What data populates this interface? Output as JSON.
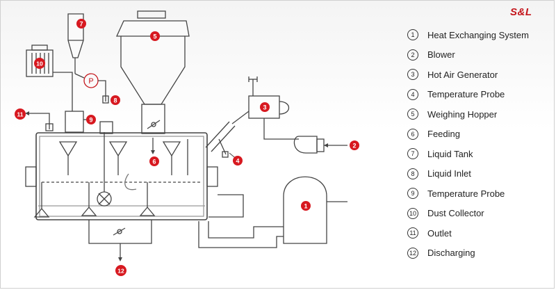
{
  "brand": {
    "logo_text": "S&L",
    "accent_color": "#c4161c"
  },
  "legend": [
    {
      "num": "1",
      "label": "Heat Exchanging System"
    },
    {
      "num": "2",
      "label": "Blower"
    },
    {
      "num": "3",
      "label": "Hot Air Generator"
    },
    {
      "num": "4",
      "label": "Temperature Probe"
    },
    {
      "num": "5",
      "label": "Weighing Hopper"
    },
    {
      "num": "6",
      "label": "Feeding"
    },
    {
      "num": "7",
      "label": "Liquid Tank"
    },
    {
      "num": "8",
      "label": "Liquid Inlet"
    },
    {
      "num": "9",
      "label": "Temperature Probe"
    },
    {
      "num": "10",
      "label": "Dust Collector"
    },
    {
      "num": "11",
      "label": "Outlet"
    },
    {
      "num": "12",
      "label": "Discharging"
    }
  ],
  "markers": {
    "m1": "1",
    "m2": "2",
    "m3": "3",
    "m4": "4",
    "m5": "5",
    "m6": "6",
    "m7": "7",
    "m8": "8",
    "m9": "9",
    "m10": "10",
    "m11": "11",
    "m12": "12",
    "pump_symbol": "P"
  }
}
